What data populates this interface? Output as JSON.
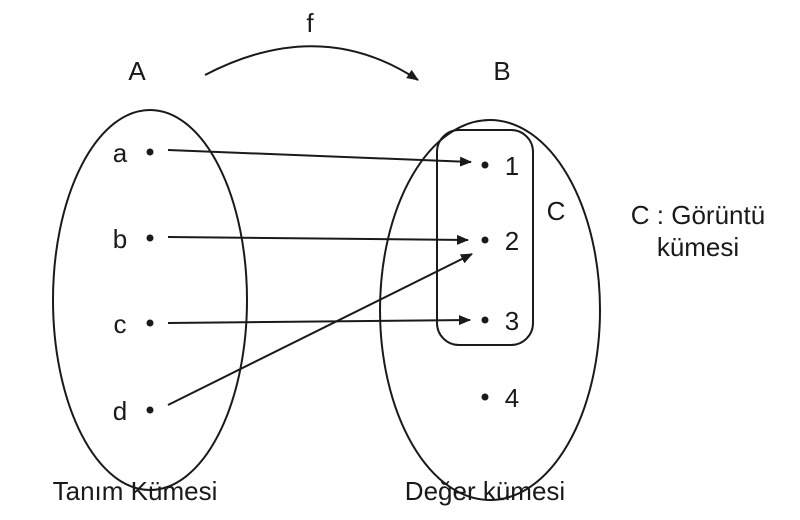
{
  "function_label": "f",
  "set_a": {
    "label": "A",
    "caption": "Tanım Kümesi",
    "elements": [
      "a",
      "b",
      "c",
      "d"
    ]
  },
  "set_b": {
    "label": "B",
    "caption": "Değer kümesi",
    "elements": [
      "1",
      "2",
      "3",
      "4"
    ]
  },
  "image_set": {
    "label": "C",
    "legend_line1": "C : Görüntü",
    "legend_line2": "kümesi"
  },
  "mapping": [
    [
      "a",
      "1"
    ],
    [
      "b",
      "2"
    ],
    [
      "c",
      "3"
    ],
    [
      "d",
      "2"
    ]
  ]
}
